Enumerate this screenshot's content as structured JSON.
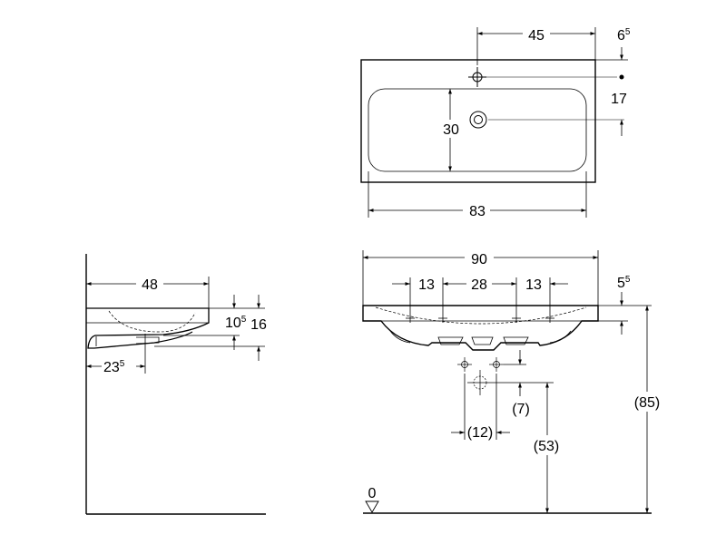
{
  "top_view": {
    "dim_tap_offset": "45",
    "dim_top_margin_main": "6",
    "dim_top_margin_sup": "5",
    "dim_drain_offset": "17",
    "dim_bowl_depth": "30",
    "dim_width": "83"
  },
  "front_view": {
    "dim_overall_width": "90",
    "dim_bracket_left": "13",
    "dim_bracket_middle": "28",
    "dim_bracket_right": "13",
    "dim_rim_main": "5",
    "dim_rim_sup": "5",
    "dim_drain_spacing": "(12)",
    "dim_drain_drop": "(7)",
    "dim_drain_height": "(53)",
    "dim_rim_height": "(85)",
    "floor_level": "0"
  },
  "side_view": {
    "dim_depth": "48",
    "dim_front_height_main": "10",
    "dim_front_height_sup": "5",
    "dim_total_height": "16",
    "dim_drain_depth_main": "23",
    "dim_drain_depth_sup": "5"
  }
}
